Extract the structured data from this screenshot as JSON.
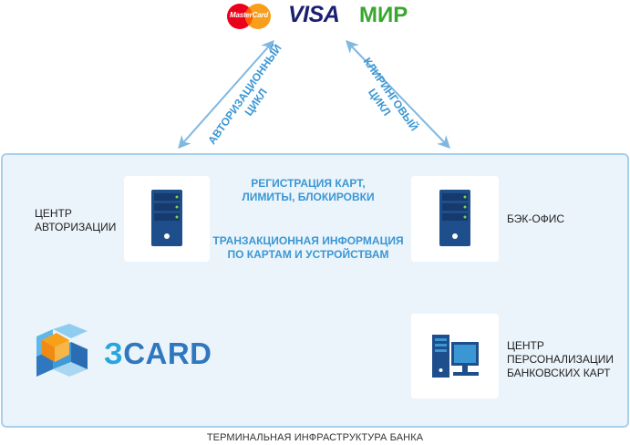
{
  "payment_systems": {
    "mastercard": "MasterCard",
    "visa": "VISA",
    "mir": "МИР"
  },
  "cycles": {
    "authorization": [
      "АВТОРИЗАЦИОННЫЙ",
      "ЦИКЛ"
    ],
    "clearing": [
      "КЛИРИНГОВЫЙ",
      "ЦИКЛ"
    ]
  },
  "nodes": {
    "authorization_center": [
      "ЦЕНТР",
      "АВТОРИЗАЦИИ"
    ],
    "back_office": [
      "БЭК-ОФИС"
    ],
    "personalization_center": [
      "ЦЕНТР",
      "ПЕРСОНАЛИЗАЦИИ",
      "БАНКОВСКИХ КАРТ"
    ]
  },
  "flows": {
    "top": [
      "РЕГИСТРАЦИЯ КАРТ,",
      "ЛИМИТЫ, БЛОКИРОВКИ"
    ],
    "bottom": [
      "ТРАНЗАКЦИОННАЯ ИНФОРМАЦИЯ",
      "ПО КАРТАМ  И УСТРОЙСТВАМ"
    ]
  },
  "brand": {
    "prefix": "З",
    "name": "CARD"
  },
  "caption": "ТЕРМИНАЛЬНАЯ ИНФРАСТРУКТУРА БАНКА",
  "colors": {
    "accent": "#3a97d4",
    "panel_bg": "#ecf4fb",
    "panel_border": "#a7d0ec",
    "server": "#1f4e8c",
    "server_dark": "#163a6c",
    "server_led": "#7fd14d",
    "arrow": "#7fb8e0",
    "mastercard_red": "#eb001b",
    "mastercard_orange": "#f79e1b",
    "visa": "#1a1f71",
    "mir": "#37a72e"
  },
  "icons": {
    "authorization_center": "server-icon",
    "back_office": "server-icon",
    "personalization_center": "desktop-computer-icon",
    "brand": "cube-logo-icon"
  }
}
